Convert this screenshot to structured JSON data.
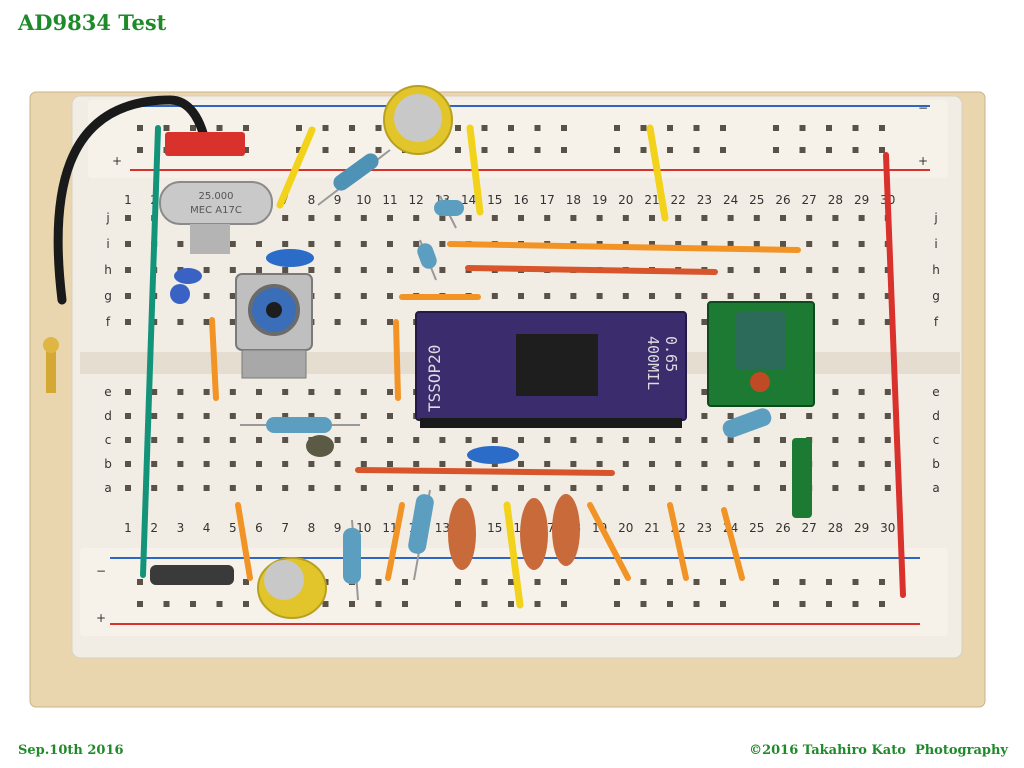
{
  "title": "AD9834 Test",
  "date": "Sep.10th 2016",
  "credit": "©2016 Takahiro Kato  Photography",
  "breadboard": {
    "column_numbers": [
      "1",
      "2",
      "3",
      "4",
      "5",
      "6",
      "7",
      "8",
      "9",
      "10",
      "11",
      "12",
      "13",
      "14",
      "15",
      "16",
      "17",
      "18",
      "19",
      "20",
      "21",
      "22",
      "23",
      "24",
      "25",
      "26",
      "27",
      "28",
      "29",
      "30"
    ],
    "row_letters_top": [
      "j",
      "i",
      "h",
      "g",
      "f"
    ],
    "row_letters_bottom": [
      "e",
      "d",
      "c",
      "b",
      "a"
    ],
    "rail_plus": "+",
    "rail_minus": "−"
  },
  "components": {
    "crystal_label_1": "25.000",
    "crystal_label_2": "MEC A17C",
    "adapter_label_1": "TSSOP20",
    "adapter_label_2": "400MIL",
    "adapter_label_3": "0.65"
  },
  "colors": {
    "text_green": "#1f8a2a",
    "board_white": "#f2ede4",
    "base_tan": "#e9d6ae",
    "rail_red": "#d9312b",
    "rail_blue": "#2d66c4",
    "pcb_purple": "#3b2c6e",
    "pcb_green": "#1d7a33"
  }
}
